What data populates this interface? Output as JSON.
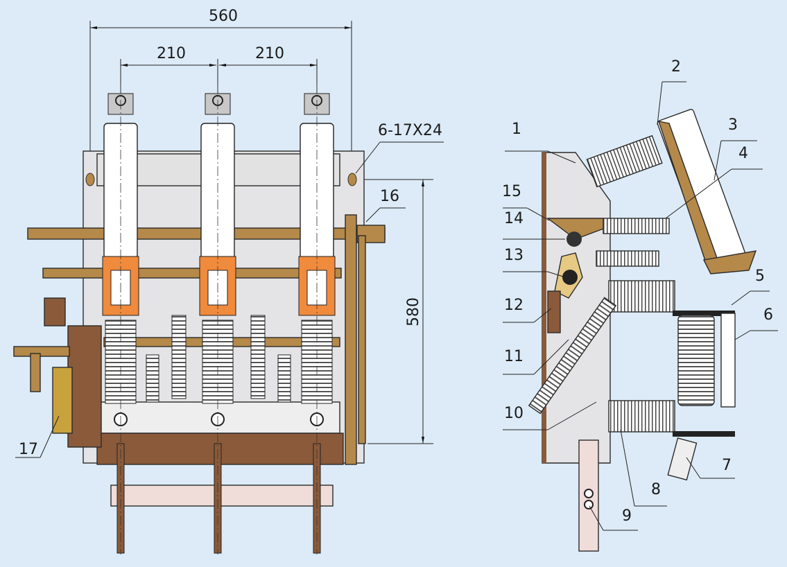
{
  "dimensions": {
    "overall_width": "560",
    "pole_spacing_left": "210",
    "pole_spacing_right": "210",
    "mounting_holes": "6-17X24",
    "mounting_height": "580"
  },
  "front_view_labels": {
    "l16": "16",
    "l17": "17"
  },
  "side_view_labels": {
    "l1": "1",
    "l2": "2",
    "l3": "3",
    "l4": "4",
    "l5": "5",
    "l6": "6",
    "l7": "7",
    "l8": "8",
    "l9": "9",
    "l10": "10",
    "l11": "11",
    "l12": "12",
    "l13": "13",
    "l14": "14",
    "l15": "15"
  },
  "colors": {
    "background": "#dcebf7",
    "bronze": "#b5894a",
    "brown": "#8a5a3a",
    "orange": "#f08a3c",
    "insulator": "#ffffff",
    "frame_grey": "#e4e4e6"
  }
}
